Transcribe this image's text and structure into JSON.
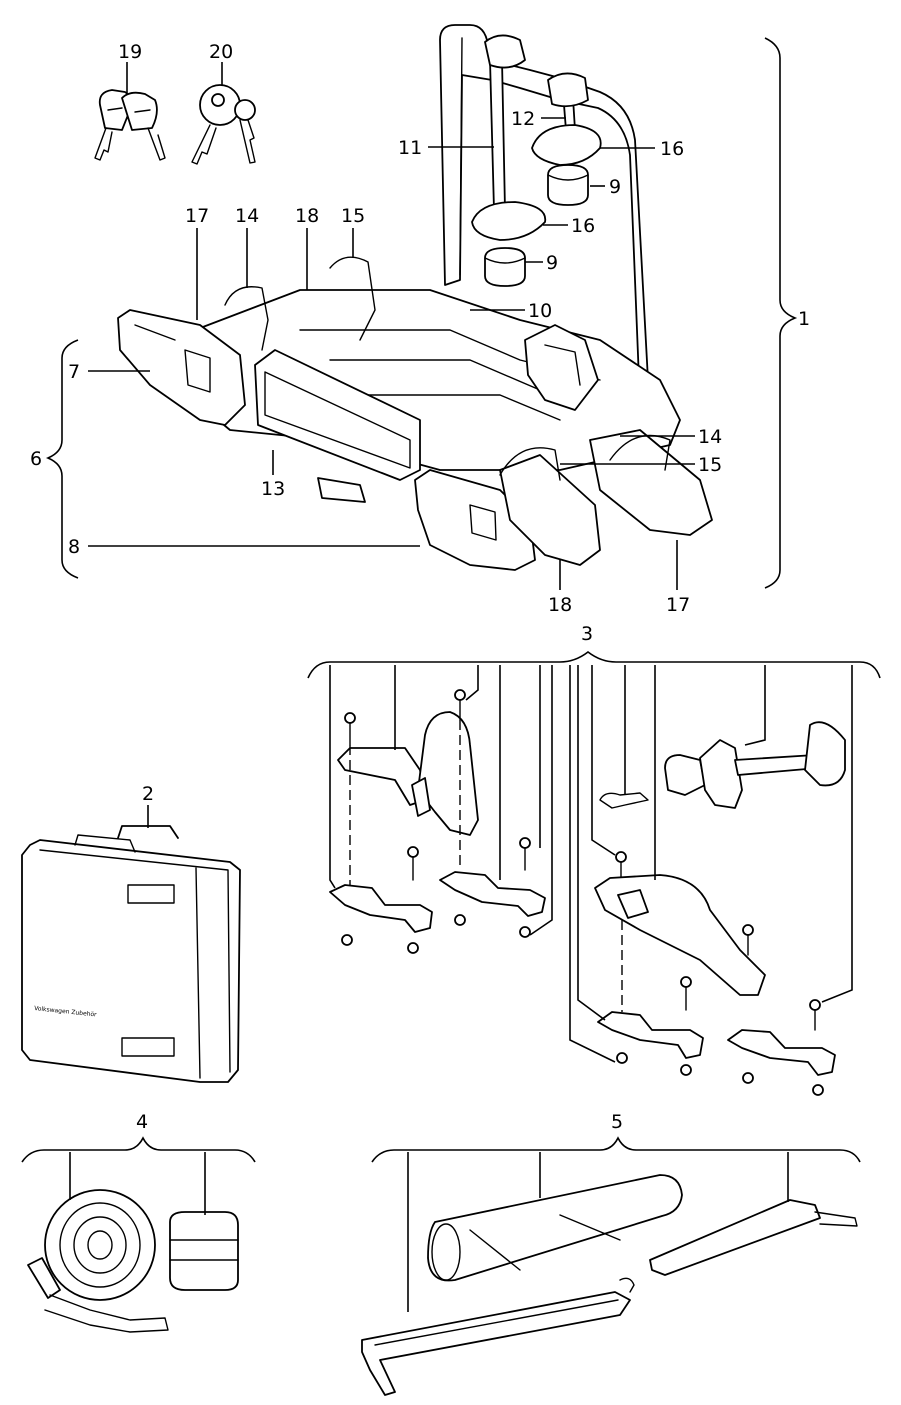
{
  "diagram": {
    "callouts": {
      "c1": "1",
      "c2": "2",
      "c3": "3",
      "c4": "4",
      "c5": "5",
      "c6": "6",
      "c7": "7",
      "c8": "8",
      "c9a": "9",
      "c9b": "9",
      "c10": "10",
      "c11": "11",
      "c12": "12",
      "c13": "13",
      "c14a": "14",
      "c14b": "14",
      "c15a": "15",
      "c15b": "15",
      "c16a": "16",
      "c16b": "16",
      "c17a": "17",
      "c17b": "17",
      "c18a": "18",
      "c18b": "18",
      "c19": "19",
      "c20": "20"
    },
    "bag_brand_text": "Volkswagen Zubehör"
  }
}
